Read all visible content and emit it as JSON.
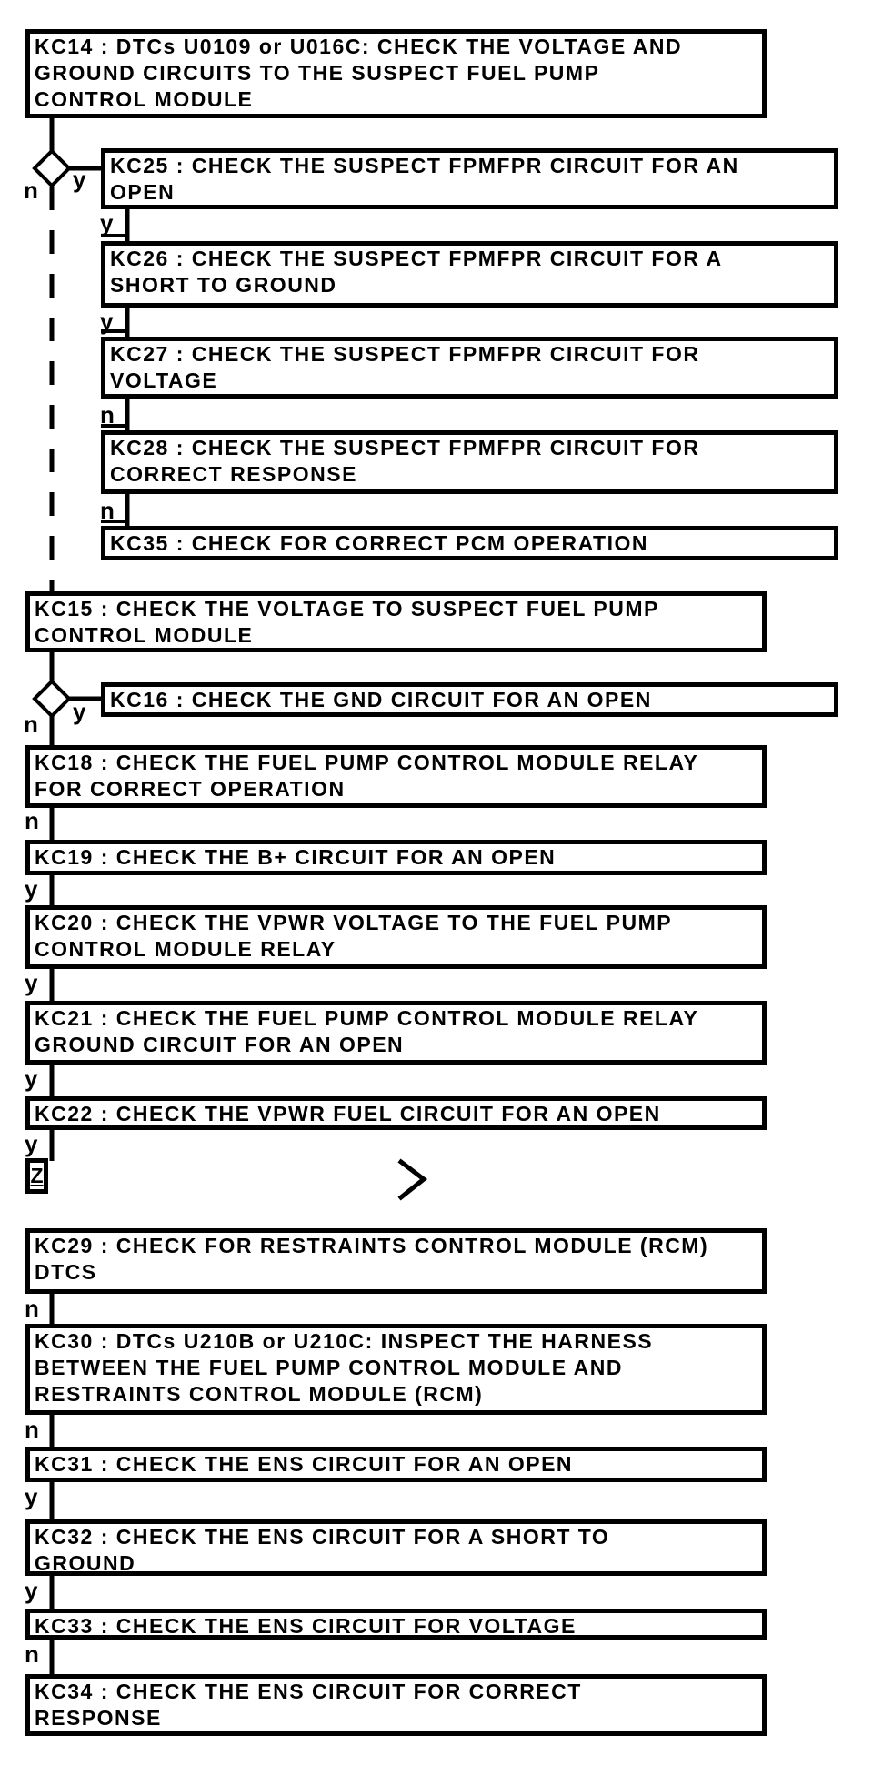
{
  "diagram_title": "Fuel pump control module diagnostic flowchart",
  "colors": {
    "ink": "#000000",
    "background": "#ffffff"
  },
  "nodes": {
    "kc14": {
      "text": "KC14 : DTCs U0109 or U016C: CHECK THE VOLTAGE AND\nGROUND CIRCUITS TO THE SUSPECT FUEL PUMP\nCONTROL MODULE"
    },
    "kc25": {
      "text": "KC25 : CHECK THE SUSPECT FPMFPR CIRCUIT FOR AN\nOPEN"
    },
    "kc26": {
      "text": "KC26 : CHECK THE SUSPECT FPMFPR CIRCUIT FOR A\nSHORT TO GROUND"
    },
    "kc27": {
      "text": "KC27 : CHECK THE SUSPECT FPMFPR CIRCUIT FOR\nVOLTAGE"
    },
    "kc28": {
      "text": "KC28 : CHECK THE SUSPECT FPMFPR CIRCUIT FOR\nCORRECT RESPONSE"
    },
    "kc35": {
      "text": "KC35 : CHECK FOR CORRECT PCM OPERATION"
    },
    "kc15": {
      "text": "KC15 : CHECK THE VOLTAGE TO SUSPECT FUEL PUMP\nCONTROL MODULE"
    },
    "kc16": {
      "text": "KC16 : CHECK THE GND CIRCUIT FOR AN OPEN"
    },
    "kc18": {
      "text": "KC18 : CHECK THE FUEL PUMP CONTROL MODULE RELAY\nFOR CORRECT OPERATION"
    },
    "kc19": {
      "text": "KC19 : CHECK THE B+ CIRCUIT FOR AN OPEN"
    },
    "kc20": {
      "text": "KC20 : CHECK THE VPWR VOLTAGE TO THE FUEL PUMP\nCONTROL MODULE RELAY"
    },
    "kc21": {
      "text": "KC21 : CHECK THE FUEL PUMP CONTROL MODULE RELAY\nGROUND CIRCUIT FOR AN OPEN"
    },
    "kc22": {
      "text": "KC22 : CHECK THE VPWR FUEL CIRCUIT FOR AN OPEN"
    },
    "kc29": {
      "text": "KC29 : CHECK FOR RESTRAINTS CONTROL MODULE (RCM)\nDTCS"
    },
    "kc30": {
      "text": "KC30 : DTCs U210B or U210C: INSPECT THE HARNESS\nBETWEEN THE FUEL PUMP CONTROL MODULE AND\nRESTRAINTS CONTROL MODULE (RCM)"
    },
    "kc31": {
      "text": "KC31 : CHECK THE ENS CIRCUIT FOR AN OPEN"
    },
    "kc32": {
      "text": "KC32 : CHECK THE ENS CIRCUIT FOR A SHORT TO\nGROUND"
    },
    "kc33": {
      "text": "KC33 : CHECK THE ENS CIRCUIT FOR VOLTAGE"
    },
    "kc34": {
      "text": "KC34 : CHECK THE ENS CIRCUIT FOR CORRECT\nRESPONSE"
    }
  },
  "decisions": {
    "d1_yes": "y",
    "d1_no": "n",
    "d2_yes": "y",
    "d2_no": "n"
  },
  "branch_labels": {
    "after_kc25": "y",
    "after_kc26": "y",
    "after_kc27": "n",
    "after_kc28": "n",
    "after_kc18": "n",
    "after_kc19": "y",
    "after_kc20": "y",
    "after_kc21": "y",
    "after_kc22": "y",
    "after_kc29": "n",
    "after_kc30": "n",
    "after_kc31": "y",
    "after_kc32": "y",
    "after_kc33": "n"
  },
  "connectors": {
    "off_page": "Z"
  }
}
